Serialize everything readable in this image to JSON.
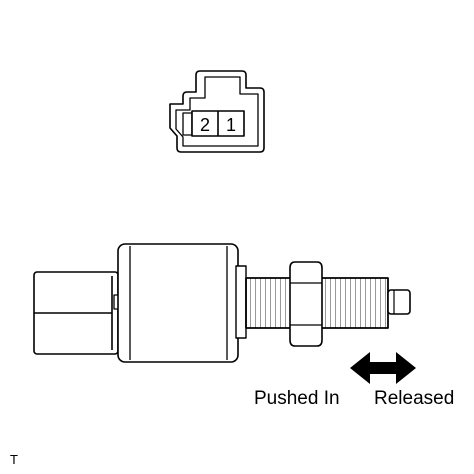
{
  "connector": {
    "pins": [
      "2",
      "1"
    ]
  },
  "labels": {
    "pushed_in": "Pushed In",
    "released": "Released"
  },
  "footer_mark": "T"
}
